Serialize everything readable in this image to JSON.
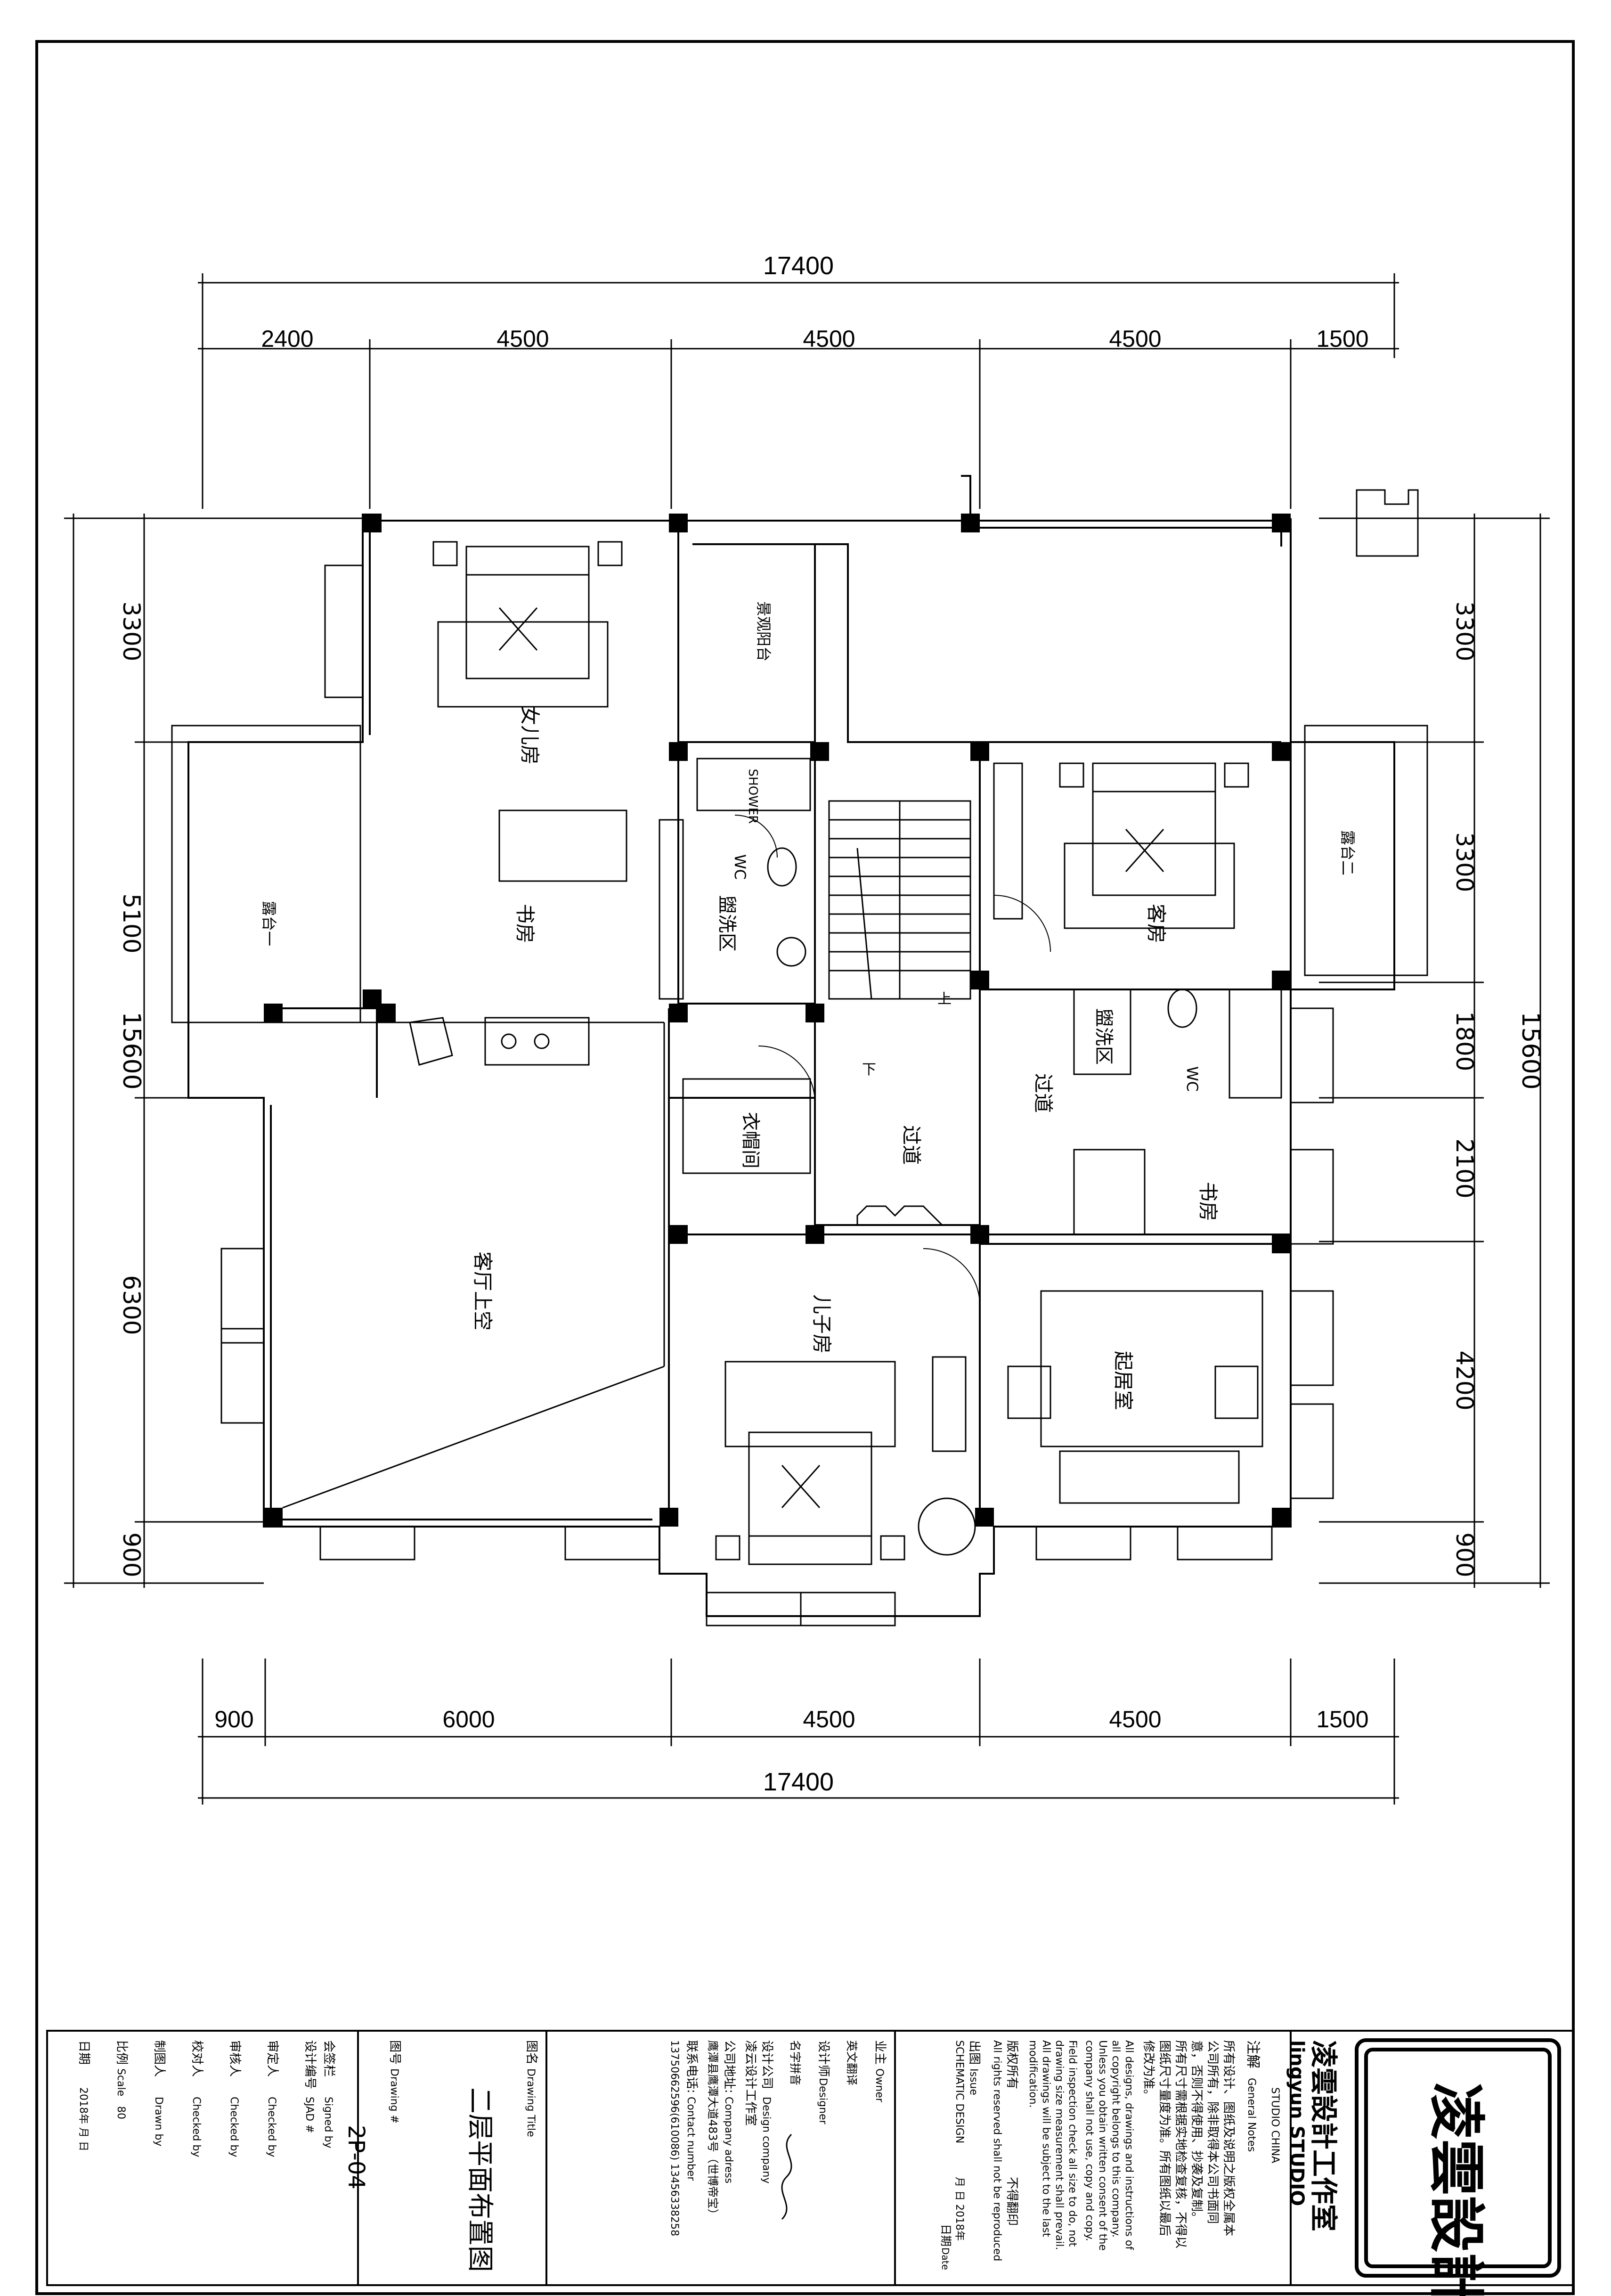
{
  "drawing": {
    "dims_top": {
      "total": "17400",
      "segments": [
        "2400",
        "4500",
        "4500",
        "4500",
        "1500"
      ]
    },
    "dims_bottom": {
      "total": "17400",
      "segments": [
        "900",
        "6000",
        "4500",
        "4500",
        "1500"
      ]
    },
    "dims_left": {
      "total": "15600",
      "segments": [
        "3300",
        "5100",
        "6300",
        "900"
      ]
    },
    "dims_right": {
      "total": "15600",
      "segments": [
        "3300",
        "3300",
        "1800",
        "2100",
        "4200",
        "900"
      ]
    },
    "rooms": {
      "nuer_fang": "女儿房",
      "shu_fang_1": "书房",
      "lutai_1": "露台一",
      "yuzhuang_yangtai": "景观阳台",
      "shower": "SHOWER",
      "wc_1": "WC",
      "yu_zhuang_qu": "盥洗区",
      "ke_fang": "客房",
      "lutai_2": "露台二",
      "yu_zhuang_qu_2": "盥洗区",
      "wc_2": "WC",
      "yi_mao_jian": "衣帽间",
      "guo_dao_1": "过道",
      "guo_dao_2": "过道",
      "shu_fang_2": "书房",
      "ke_ting_shang_kong": "客厅上空",
      "er_zi_fang": "儿子房",
      "qi_ju_shi": "起居室",
      "stair_up": "上",
      "stair_down": "下"
    }
  },
  "title_block": {
    "studio_cn": "凌雲設計工作室",
    "studio_en": "lingyun  STUDIO",
    "studio_sub": "STUDIO  CHINA",
    "logo_text": "凌雲設計",
    "general_notes_label": "注解",
    "general_notes_label_en": "General Notes",
    "notes_cn": [
      "所有设计、图纸及说明之版权全属本",
      "公司所有，除非取得本公司书面同",
      "意，否则不得使用、抄袭及复制。",
      "所有尺寸需根据实地检查复核，不得以",
      "图纸尺寸量度为准。所有图纸以最后",
      "修改为准。"
    ],
    "notes_en": [
      "All designs, drawings and instructions of",
      "all copyright belongs to this company.",
      "Unless you obtain written consent of the",
      "company shall not use, copy and copy.",
      "Field inspection check all size to do, not",
      "drawing size measurement shall prevail.",
      "All drawings will be subject to the last",
      "modification."
    ],
    "copyright_cn": "版权所有",
    "copyright_cn_2": "不得翻印",
    "copyright_en": "All rights reserved shall not be reproduced",
    "issue_label": "出图",
    "issue_label_en": "Issue",
    "issue_value": "SCHEMATIC DESIGN",
    "issue_date": "月   日 2018年",
    "date_label": "日期",
    "date_label_en": "Date",
    "owner_label": "业主",
    "owner_label_en": "Owner",
    "translation_label": "英文翻译",
    "designer_label": "设计师",
    "designer_label_en": "Designer",
    "name_sign_label": "名字拼音",
    "company_label": "设计公司",
    "company_label_en": "Design company",
    "company_value": "凌云设计工作室",
    "address_label": "公司地址:",
    "address_label_en": "Company adress",
    "address_value": "鹰潭县鹰潭大道483号（世博帝宝）",
    "contact_label": "联系电话:",
    "contact_label_en": "Contact number",
    "contact_value": "13750662596(610086)   13456338258",
    "drawing_title_label": "图名",
    "drawing_title_label_en": "Drawing Title",
    "drawing_title": "二层平面布置图",
    "drawing_no_label": "图号",
    "drawing_no_label_en": "Drawing #",
    "drawing_no": "2P-04",
    "signed_label": "会签栏",
    "signed_label_en": "Signed by",
    "design_no_label": "设计编号",
    "design_no_label_en": "SJAD #",
    "checked_label_1": "审定人",
    "checked_label_1_en": "Checked by",
    "checked_label_2": "审核人",
    "checked_label_2_en": "Checked by",
    "checked_label_3": "校对人",
    "checked_label_3_en": "Checked by",
    "drawn_label": "制图人",
    "drawn_label_en": "Drawn by",
    "scale_label": "比例",
    "scale_label_en": "Scale",
    "scale_value": "80",
    "date_bottom_label": "日期",
    "date_bottom_value": "2018年   月   日"
  }
}
